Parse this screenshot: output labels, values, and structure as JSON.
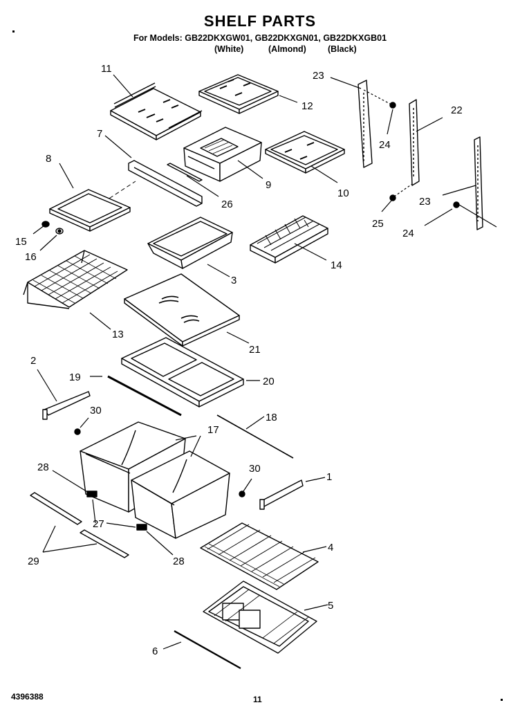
{
  "header": {
    "title": "SHELF PARTS",
    "models_line": "For Models: GB22DKXGW01, GB22DKXGN01, GB22DKXGB01",
    "color_white": "(White)",
    "color_almond": "(Almond)",
    "color_black": "(Black)"
  },
  "callouts": {
    "c1": "1",
    "c2": "2",
    "c3": "3",
    "c4": "4",
    "c5": "5",
    "c6": "6",
    "c7": "7",
    "c8": "8",
    "c9": "9",
    "c10": "10",
    "c11": "11",
    "c12": "12",
    "c13": "13",
    "c14": "14",
    "c15": "15",
    "c16": "16",
    "c17": "17",
    "c18": "18",
    "c19": "19",
    "c20": "20",
    "c21": "21",
    "c22": "22",
    "c23": "23",
    "c24": "24",
    "c25": "25",
    "c26": "26",
    "c27": "27",
    "c28": "28",
    "c29": "29",
    "c30": "30"
  },
  "footer": {
    "doc_number": "4396388",
    "page_number": "11"
  }
}
